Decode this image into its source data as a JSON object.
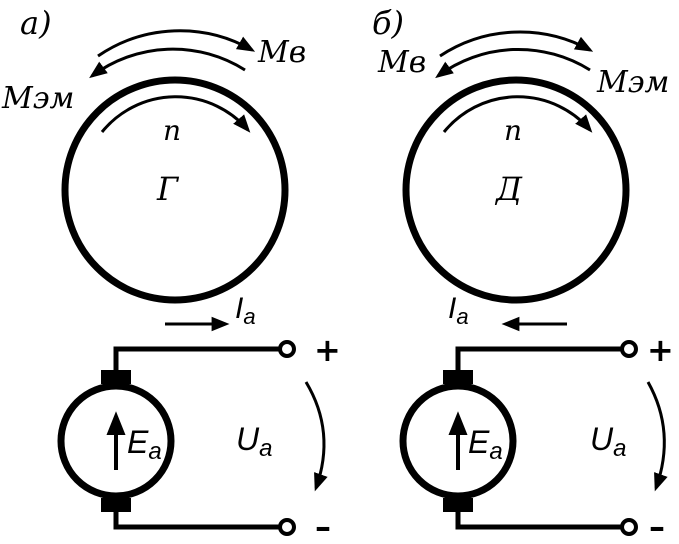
{
  "panels": {
    "a": {
      "label": "а)",
      "torque_top": "Мв",
      "torque_left": "Мэм",
      "speed": "n",
      "machine": "Г",
      "current_main": "I",
      "current_sub": "a",
      "emf_main": "E",
      "emf_sub": "a",
      "voltage_main": "U",
      "voltage_sub": "a",
      "plus": "+",
      "minus": "–"
    },
    "b": {
      "label": "б)",
      "torque_top": "Мв",
      "torque_right": "Мэм",
      "speed": "n",
      "machine": "Д",
      "current_main": "I",
      "current_sub": "a",
      "emf_main": "E",
      "emf_sub": "a",
      "voltage_main": "U",
      "voltage_sub": "a",
      "plus": "+",
      "minus": "–"
    }
  },
  "colors": {
    "ink": "#000000",
    "paper": "#ffffff"
  }
}
